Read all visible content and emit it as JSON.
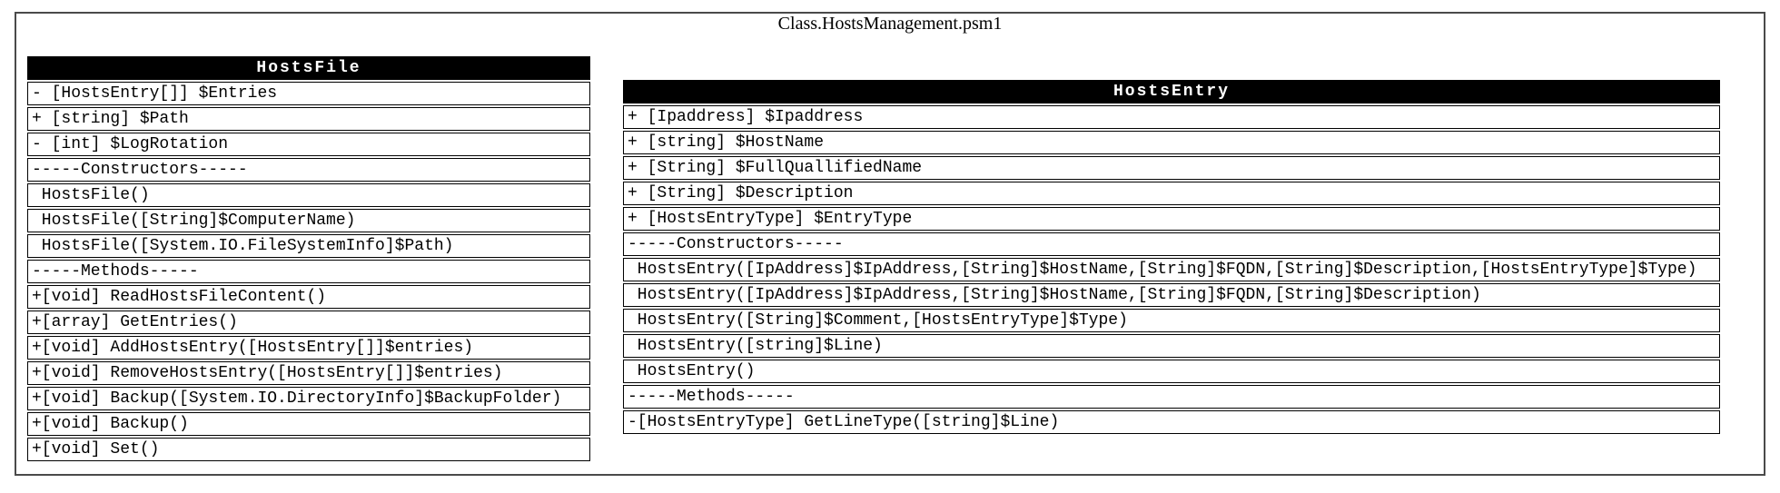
{
  "title": "Class.HostsManagement.psm1",
  "colors": {
    "frame_border": "#4a4a4a",
    "table_border": "#000000",
    "header_bg": "#000000",
    "header_text": "#ffffff",
    "row_bg": "#ffffff",
    "row_text": "#000000"
  },
  "classes": [
    {
      "name": "HostsFile",
      "rows": [
        "- [HostsEntry[]] $Entries",
        "+ [string] $Path",
        "- [int] $LogRotation",
        "-----Constructors-----",
        " HostsFile()",
        " HostsFile([String]$ComputerName)",
        " HostsFile([System.IO.FileSystemInfo]$Path)",
        "-----Methods-----",
        "+[void] ReadHostsFileContent()",
        "+[array] GetEntries()",
        "+[void] AddHostsEntry([HostsEntry[]]$entries)",
        "+[void] RemoveHostsEntry([HostsEntry[]]$entries)",
        "+[void] Backup([System.IO.DirectoryInfo]$BackupFolder)",
        "+[void] Backup()",
        "+[void] Set()"
      ]
    },
    {
      "name": "HostsEntry",
      "rows": [
        "+ [Ipaddress] $Ipaddress",
        "+ [string] $HostName",
        "+ [String] $FullQuallifiedName",
        "+ [String] $Description",
        "+ [HostsEntryType] $EntryType",
        "-----Constructors-----",
        " HostsEntry([IpAddress]$IpAddress,[String]$HostName,[String]$FQDN,[String]$Description,[HostsEntryType]$Type)",
        " HostsEntry([IpAddress]$IpAddress,[String]$HostName,[String]$FQDN,[String]$Description)",
        " HostsEntry([String]$Comment,[HostsEntryType]$Type)",
        " HostsEntry([string]$Line)",
        " HostsEntry()",
        "-----Methods-----",
        "-[HostsEntryType] GetLineType([string]$Line)"
      ]
    }
  ]
}
